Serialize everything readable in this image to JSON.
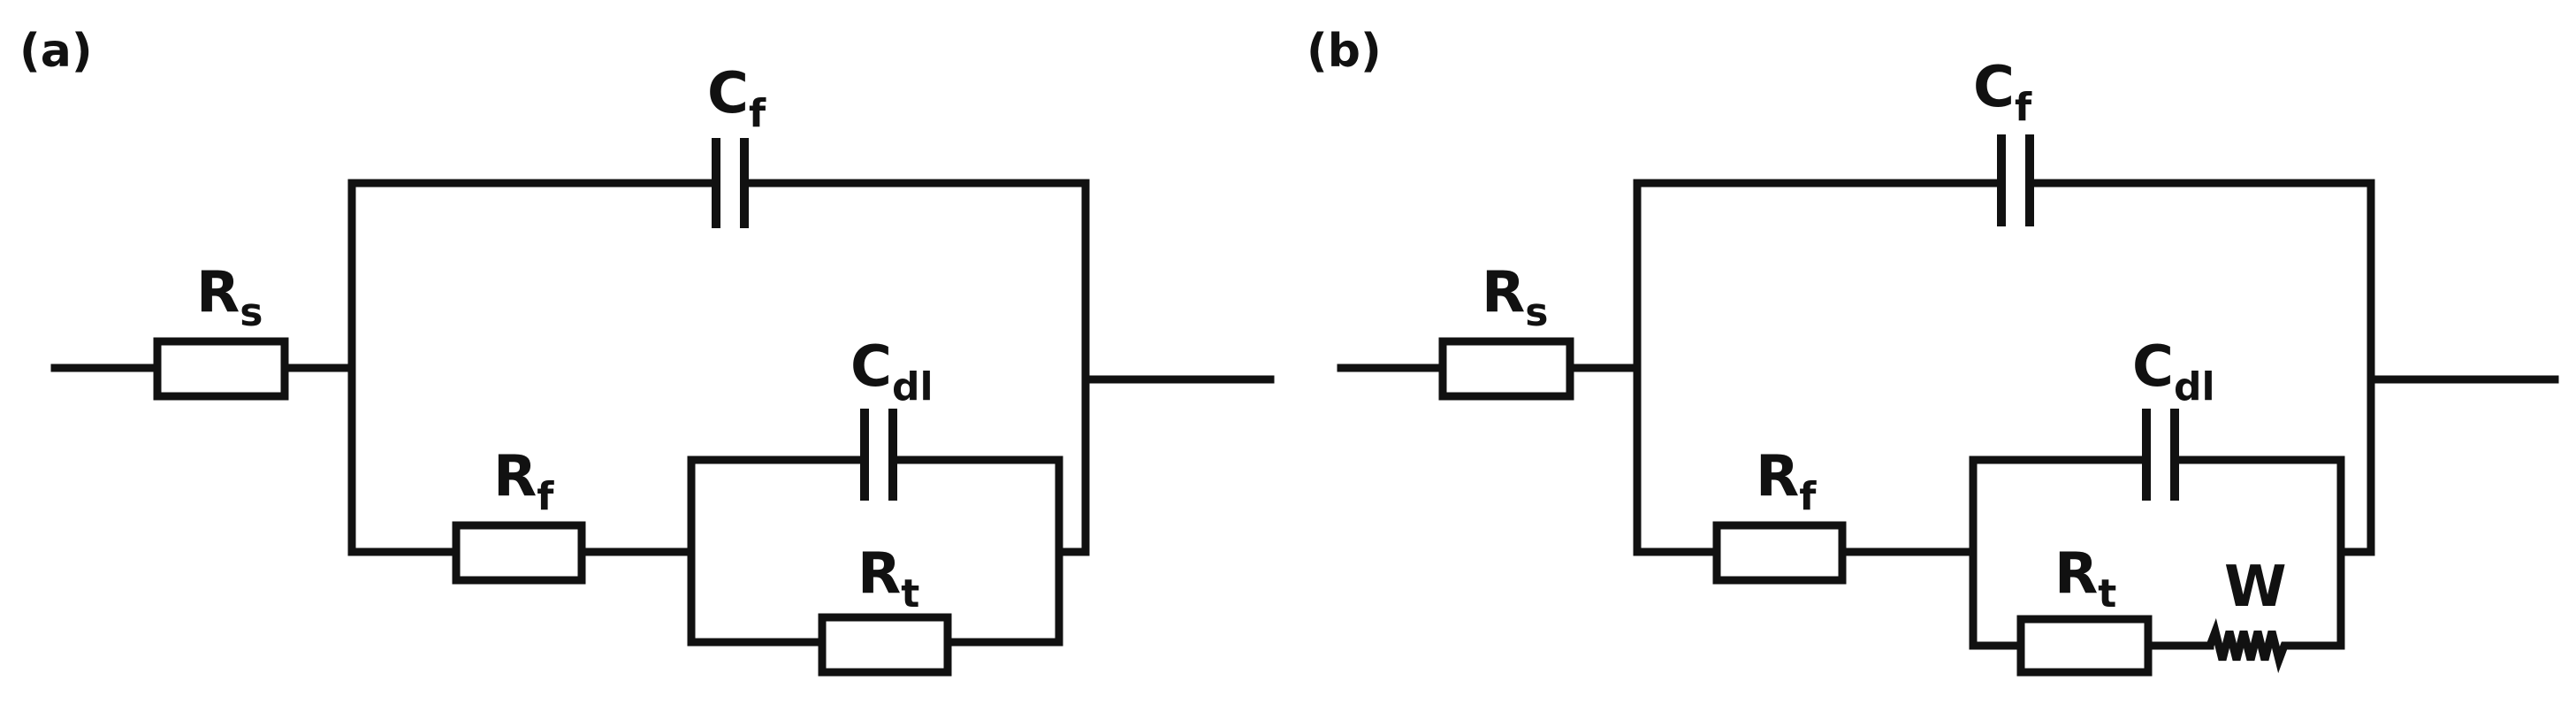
{
  "panels": [
    {
      "label": "(a)",
      "Rs": {
        "main": "R",
        "sub": "s"
      },
      "Cf": {
        "main": "C",
        "sub": "f"
      },
      "Rf": {
        "main": "R",
        "sub": "f"
      },
      "Cdl": {
        "main": "C",
        "sub": "dl"
      },
      "Rt": {
        "main": "R",
        "sub": "t"
      }
    },
    {
      "label": "(b)",
      "Rs": {
        "main": "R",
        "sub": "s"
      },
      "Cf": {
        "main": "C",
        "sub": "f"
      },
      "Rf": {
        "main": "R",
        "sub": "f"
      },
      "Cdl": {
        "main": "C",
        "sub": "dl"
      },
      "Rt": {
        "main": "R",
        "sub": "t"
      },
      "W": "W"
    }
  ],
  "colors": {
    "stroke": "#111111",
    "background": "#ffffff"
  }
}
